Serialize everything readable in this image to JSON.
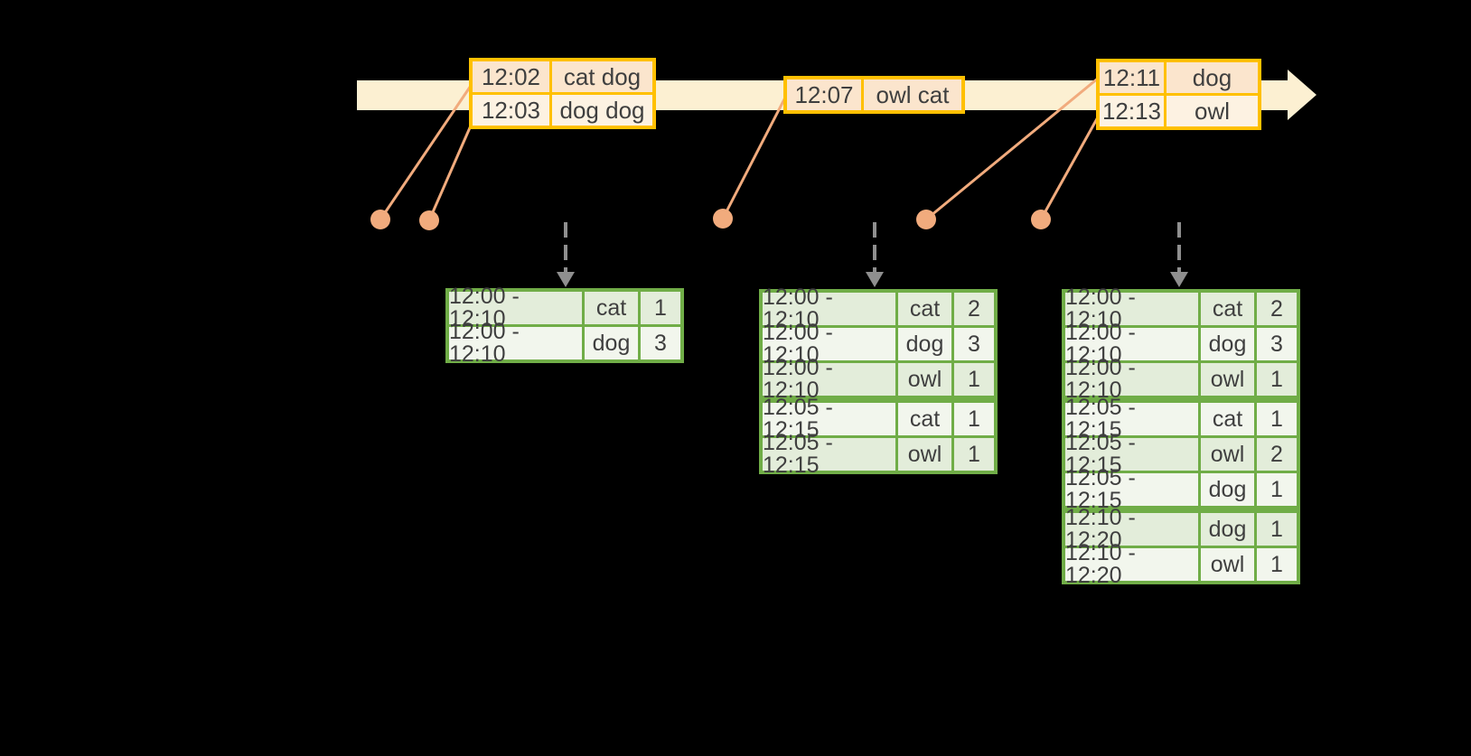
{
  "colors": {
    "background": "#000000",
    "timeline_fill": "#FCF0D2",
    "event_table_border": "#FFC000",
    "event_row_fill_dark": "#FBE5CD",
    "event_row_fill_light": "#FDF2E2",
    "connector_orange": "#F1AB7D",
    "result_table_border": "#70AD47",
    "result_row_fill_dark": "#E3EDDA",
    "result_row_fill_light": "#F2F6ED",
    "trigger_arrow_gray": "#8F8F8F",
    "text": "#3F3F3F"
  },
  "event_tables": [
    {
      "rows": [
        {
          "time": "12:02",
          "words": "cat dog"
        },
        {
          "time": "12:03",
          "words": "dog dog"
        }
      ]
    },
    {
      "rows": [
        {
          "time": "12:07",
          "words": "owl cat"
        }
      ]
    },
    {
      "rows": [
        {
          "time": "12:11",
          "words": "dog"
        },
        {
          "time": "12:13",
          "words": "owl"
        }
      ]
    }
  ],
  "result_tables": [
    {
      "rows": [
        {
          "window": "12:00 - 12:10",
          "word": "cat",
          "count": "1"
        },
        {
          "window": "12:00 - 12:10",
          "word": "dog",
          "count": "3"
        }
      ]
    },
    {
      "rows": [
        {
          "window": "12:00 - 12:10",
          "word": "cat",
          "count": "2"
        },
        {
          "window": "12:00 - 12:10",
          "word": "dog",
          "count": "3"
        },
        {
          "window": "12:00 - 12:10",
          "word": "owl",
          "count": "1"
        },
        {
          "window": "12:05 - 12:15",
          "word": "cat",
          "count": "1"
        },
        {
          "window": "12:05 - 12:15",
          "word": "owl",
          "count": "1"
        }
      ]
    },
    {
      "rows": [
        {
          "window": "12:00 - 12:10",
          "word": "cat",
          "count": "2"
        },
        {
          "window": "12:00 - 12:10",
          "word": "dog",
          "count": "3"
        },
        {
          "window": "12:00 - 12:10",
          "word": "owl",
          "count": "1"
        },
        {
          "window": "12:05 - 12:15",
          "word": "cat",
          "count": "1"
        },
        {
          "window": "12:05 - 12:15",
          "word": "owl",
          "count": "2"
        },
        {
          "window": "12:05 - 12:15",
          "word": "dog",
          "count": "1"
        },
        {
          "window": "12:10 - 12:20",
          "word": "dog",
          "count": "1"
        },
        {
          "window": "12:10 - 12:20",
          "word": "owl",
          "count": "1"
        }
      ]
    }
  ]
}
